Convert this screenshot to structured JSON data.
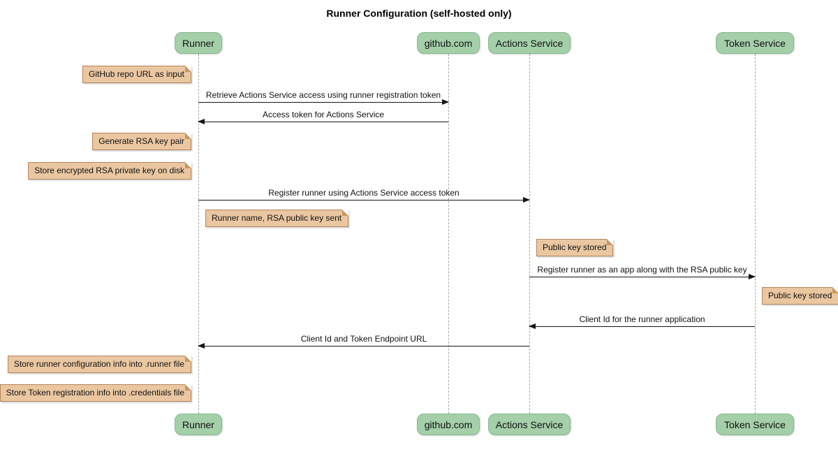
{
  "title": "Runner Configuration (self-hosted only)",
  "participants": [
    {
      "name": "Runner"
    },
    {
      "name": "github.com"
    },
    {
      "name": "Actions Service"
    },
    {
      "name": "Token Service"
    }
  ],
  "messages": [
    {
      "label": "Retrieve Actions Service access using runner registration token",
      "from": "Runner",
      "to": "github.com",
      "direction": "right"
    },
    {
      "label": "Access token for Actions Service",
      "from": "github.com",
      "to": "Runner",
      "direction": "left"
    },
    {
      "label": "Register runner using Actions Service access token",
      "from": "Runner",
      "to": "Actions Service",
      "direction": "right"
    },
    {
      "label": "Register runner as an app along with the RSA public key",
      "from": "Actions Service",
      "to": "Token Service",
      "direction": "right"
    },
    {
      "label": "Client Id for the runner application",
      "from": "Token Service",
      "to": "Actions Service",
      "direction": "left"
    },
    {
      "label": "Client Id and Token Endpoint URL",
      "from": "Actions Service",
      "to": "Runner",
      "direction": "left"
    }
  ],
  "notes": [
    {
      "text": "GitHub repo URL as input",
      "anchor": "left of Runner"
    },
    {
      "text": "Generate RSA key pair",
      "anchor": "left of Runner"
    },
    {
      "text": "Store encrypted RSA private key on disk",
      "anchor": "left of Runner"
    },
    {
      "text": "Runner name, RSA public key sent",
      "anchor": "right of Runner"
    },
    {
      "text": "Public key stored",
      "anchor": "right of Actions Service"
    },
    {
      "text": "Public key stored",
      "anchor": "right of Token Service"
    },
    {
      "text": "Store runner configuration info into .runner file",
      "anchor": "left of Runner"
    },
    {
      "text": "Store Token registration info into .credentials file",
      "anchor": "left of Runner"
    }
  ],
  "colors": {
    "background": "#FFFFFF",
    "participant_fill": "#A4CFA9",
    "participant_border": "#84BB8D",
    "note_fill": "#EAC7A1",
    "note_border": "#B5845A",
    "lifeline": "#A8A8A8",
    "message_line": "#151515",
    "text": "#111111"
  }
}
